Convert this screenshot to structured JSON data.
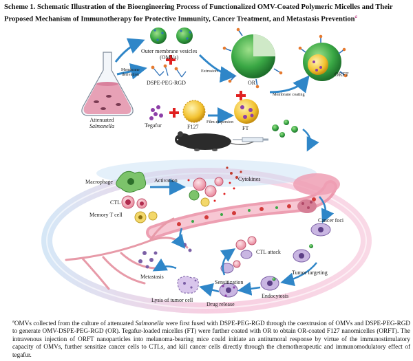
{
  "caption": {
    "text": "Scheme 1. Schematic Illustration of the Bioengineering Process of Functionalized OMV-Coated Polymeric Micelles and Their Proposed Mechanism of Immunotherapy for Protective Immunity, Cancer Treatment, and Metastasis Prevention",
    "note_mark": "a"
  },
  "labels": {
    "attenuated": "Attenuated",
    "salmonella": "Salmonella",
    "membrane_derivation_1": "Membrane",
    "membrane_derivation_2": "derivation",
    "omv_1": "Outer membrane vesicles",
    "omv_2": "(OMVs)",
    "dspe": "DSPE-PEG-RGD",
    "extrusion": "Extrusion",
    "or": "OR",
    "membrane_coating": "Membrane coating",
    "orft": "ORFT",
    "tegafur": "Tegafur",
    "f127": "F127",
    "film_dispersion": "Film-dispersion",
    "ft": "FT",
    "macrophage": "Macrophage",
    "activation": "Activation",
    "cytokines": "Cytokines",
    "ctl": "CTL",
    "memory_t": "Memory T cell",
    "cancer_foci": "Cancer foci",
    "ctl_attack": "CTL attack",
    "metastasis": "Metastasis",
    "sensitization": "Sensitization",
    "tumor_targeting": "Tumor targeting",
    "endocytosis": "Endocytosis",
    "drug_release": "Drug release",
    "lysis": "Lysis of tumor cell"
  },
  "footnote": {
    "mark": "a",
    "p1": "OMVs collected from the culture of attenuated ",
    "p1_italic": "Salmonella",
    "p2": " were first fused with DSPE-PEG-RGD through the coextrusion of OMVs and DSPE-PEG-RGD to generate OMV-DSPE-PEG-RGD (OR). Tegafur-loaded micelles (FT) were further coated with OR to obtain OR-coated F127 nanomicelles (ORFT). The intravenous injection of ORFT nanoparticles into melanoma-bearing mice could initiate an antitumoral response by virtue of the immunostimulatory capacity of OMVs, further sensitize cancer cells to CTLs, and kill cancer cells directly through the chemotherapeutic and immunomodulatory effect of tegafur."
  },
  "colors": {
    "accent": "#b5166b",
    "arrow_blue": "#2f86c8",
    "omv_green": "#3aa845",
    "plus_red": "#e02020",
    "micelle_yellow": "#f2c12e",
    "ring_pink": "#f2b8d4",
    "ring_blue": "#b9d8ef"
  }
}
